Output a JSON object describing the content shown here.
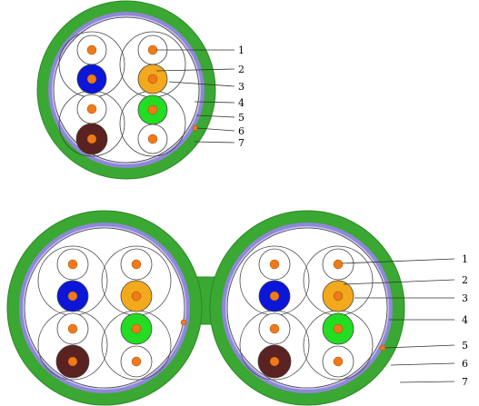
{
  "colors": {
    "jacket": "#3aa832",
    "jacket_dark": "#2a8a26",
    "shield": "#8f87d8",
    "shield_light": "#c9c4f0",
    "conductor": "#f07a1a",
    "insul_white": "#ffffff",
    "insul_blue": "#0b16d8",
    "insul_orange": "#f2a91c",
    "insul_green": "#22dd22",
    "insul_brown": "#5a2220",
    "outline": "#444444"
  },
  "callouts_top": [
    "1",
    "2",
    "3",
    "4",
    "5",
    "6",
    "7"
  ],
  "callouts_bottom": [
    "1",
    "2",
    "3",
    "4",
    "5",
    "6",
    "7"
  ]
}
